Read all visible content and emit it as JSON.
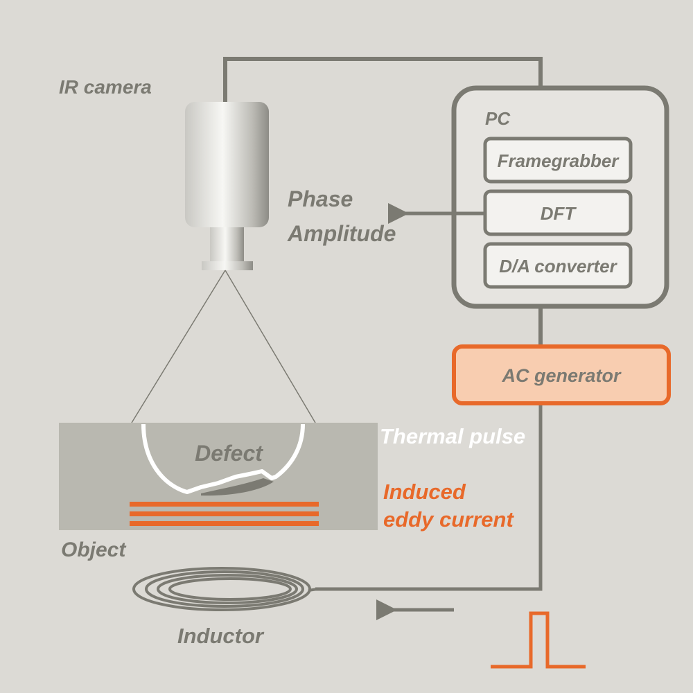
{
  "labels": {
    "ir_camera": "IR camera",
    "pc": "PC",
    "framegrabber": "Framegrabber",
    "dft": "DFT",
    "da_converter": "D/A converter",
    "phase": "Phase",
    "amplitude": "Amplitude",
    "ac_generator": "AC generator",
    "thermal_pulse": "Thermal pulse",
    "defect": "Defect",
    "induced": "Induced",
    "eddy_current": "eddy current",
    "object": "Object",
    "inductor": "Inductor"
  },
  "colors": {
    "background": "#dcdad5",
    "wire": "#7b7a72",
    "accent": "#e8692a",
    "generator_fill": "#f8cdb0",
    "object_fill": "#b9b8b0"
  }
}
